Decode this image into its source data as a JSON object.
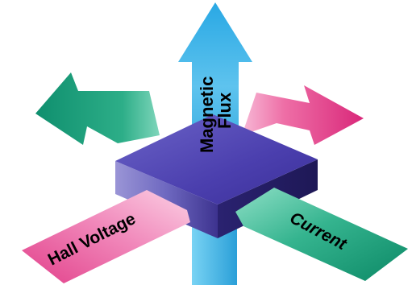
{
  "labels": {
    "magnetic_flux_line1": "Magnetic",
    "magnetic_flux_line2": "Flux",
    "hall_voltage": "Hall Voltage",
    "current": "Current"
  },
  "colors": {
    "magnetic_flux": "#3fb6e8",
    "hall_voltage": "#ef7bb4",
    "current": "#1f9a78",
    "current_exit": "#e84a8a",
    "hall_voltage_exit": "#1fa07e",
    "slab_top": "#5a4fb8",
    "slab_side": "#2d2470"
  }
}
